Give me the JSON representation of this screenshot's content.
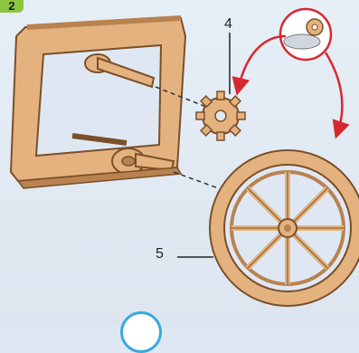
{
  "step": {
    "number": "2"
  },
  "parts": [
    {
      "label": "4"
    },
    {
      "label": "5"
    }
  ],
  "colors": {
    "wood": "#e3b27f",
    "wood_dark": "#b9824f",
    "wood_edge": "#7a4f2a",
    "arrow": "#d7282f",
    "step_badge": "#8cc63f",
    "circle_outline": "#39a9e0"
  },
  "icons": [
    "sheet-with-parts-icon"
  ]
}
